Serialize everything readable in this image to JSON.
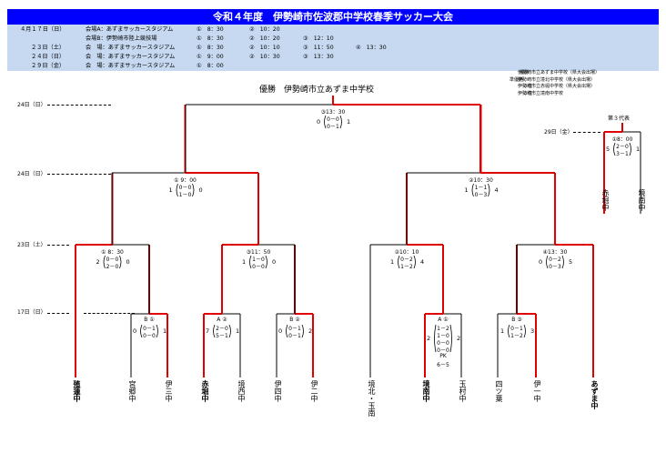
{
  "title": "令和４年度　伊勢崎市佐波郡中学校春季サッカー大会",
  "schedule": [
    {
      "date": "４月１７日（日）",
      "venue": "会場A：あずまサッカースタジアム",
      "slots": [
        "①　8：30",
        "②　10：20"
      ]
    },
    {
      "date": "",
      "venue": "会場B：伊勢崎市陸上競技場",
      "slots": [
        "①　8：30",
        "②　10：20",
        "③　12：10"
      ]
    },
    {
      "date": "２３日（土）",
      "venue": "会　場：あずまサッカースタジアム",
      "slots": [
        "①　8：30",
        "②　10：10",
        "③　11：50",
        "④　13：30"
      ]
    },
    {
      "date": "２４日（日）",
      "venue": "会　場：あずまサッカースタジアム",
      "slots": [
        "①　9：00",
        "②　10：30",
        "③　13：30"
      ]
    },
    {
      "date": "２９日（金）",
      "venue": "会　場：あずまサッカースタジアム",
      "slots": [
        "①　8：00"
      ]
    }
  ],
  "ranking": [
    {
      "label": "優勝",
      "school": "伊勢崎市立あずま中学校（県大会出場）"
    },
    {
      "label": "準優勝",
      "school": "伊勢崎市立境北中学校（県大会出場）"
    },
    {
      "label": "３位",
      "school": "伊勢崎市立赤堀中学校（県大会出場）"
    },
    {
      "label": "３位",
      "school": "伊勢崎市立境南中学校"
    }
  ],
  "winner_text": "優勝　伊勢崎市立あずま中学校",
  "third_title": "第３代表",
  "dates": {
    "d24": "24日（日）",
    "d24b": "24日（日）",
    "d23": "23日（土）",
    "d17": "17日（日）",
    "d29": "29日（金）"
  },
  "teams": [
    {
      "name": "殖蓮中",
      "win": true
    },
    {
      "name": "宮郷中",
      "win": false
    },
    {
      "name": "伊三中",
      "win": false
    },
    {
      "name": "赤堀中",
      "win": true
    },
    {
      "name": "境西中",
      "win": false
    },
    {
      "name": "伊四中",
      "win": false
    },
    {
      "name": "伊二中",
      "win": false
    },
    {
      "name": "境北・玉南",
      "win": false
    },
    {
      "name": "境南中",
      "win": true
    },
    {
      "name": "玉村中",
      "win": false
    },
    {
      "name": "四ツ葉",
      "win": false
    },
    {
      "name": "伊一中",
      "win": false
    },
    {
      "name": "あずま中",
      "win": true
    }
  ],
  "third_teams": [
    {
      "name": "赤堀中"
    },
    {
      "name": "境南中"
    }
  ],
  "matches": {
    "final": {
      "label": "③13：30",
      "halves": [
        "0－0",
        "0－1"
      ],
      "left": "0",
      "right": "1"
    },
    "sf1": {
      "label": "①  9：00",
      "halves": [
        "0－0",
        "1－0"
      ],
      "left": "1",
      "right": "0"
    },
    "sf2": {
      "label": "②10：30",
      "halves": [
        "1－1",
        "0－3"
      ],
      "left": "1",
      "right": "4"
    },
    "qf1": {
      "label": "①  8：30",
      "halves": [
        "0－0",
        "2－0"
      ],
      "left": "2",
      "right": "0"
    },
    "qf2": {
      "label": "③11：50",
      "halves": [
        "1－0",
        "0－0"
      ],
      "left": "1",
      "right": "0"
    },
    "qf3": {
      "label": "②10：10",
      "halves": [
        "0－2",
        "1－2"
      ],
      "left": "1",
      "right": "4"
    },
    "qf4": {
      "label": "④13：30",
      "halves": [
        "0－2",
        "0－3"
      ],
      "left": "0",
      "right": "5"
    },
    "r1a": {
      "label": "B ①",
      "halves": [
        "0－1",
        "0－0"
      ],
      "left": "0",
      "right": "1"
    },
    "r1b": {
      "label": "A ②",
      "halves": [
        "2－0",
        "5－1"
      ],
      "left": "7",
      "right": "1"
    },
    "r1c": {
      "label": "B ②",
      "halves": [
        "0－1",
        "0－1"
      ],
      "left": "0",
      "right": "2"
    },
    "r1d": {
      "label": "A ①",
      "halves": [
        "1－2",
        "1－0",
        "0－0",
        "0－0"
      ],
      "left": "2",
      "right": "2",
      "pk_label": "PK",
      "pk": "6－5"
    },
    "r1e": {
      "label": "B ③",
      "halves": [
        "0－1",
        "1－2"
      ],
      "left": "1",
      "right": "3"
    },
    "third": {
      "label": "①8：00",
      "halves": [
        "2－0",
        "3－1"
      ],
      "left": "5",
      "right": "1"
    }
  }
}
